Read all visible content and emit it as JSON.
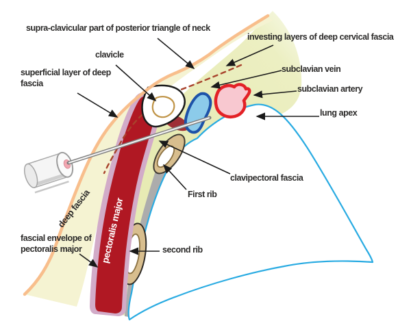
{
  "figure": {
    "title": "anatomical cross-section diagram of the subclavian region with needle insertion"
  },
  "labels": {
    "supra_clavicular": "supra-clavicular part of posterior triangle of neck",
    "clavicle": "clavicle",
    "superficial_fascia_line1": "superficial layer of deep",
    "superficial_fascia_line2": "fascia",
    "investing_fascia": "investing layers of deep cervical fascia",
    "subclavian_vein": "subclavian vein",
    "subclavian_artery": "subclavian artery",
    "lung_apex": "lung apex",
    "clavipectoral_fascia": "clavipectoral fascia",
    "first_rib": "First rib",
    "second_rib": "second rib",
    "fascial_envelope_line1": "fascial envelope of",
    "fascial_envelope_line2": "pectoralis major",
    "deep_fascia": "deep fascia",
    "pectoralis_major": "pectoralis major"
  },
  "colors": {
    "skin_line": "#F8BE8C",
    "cream_band": "#F5F3D2",
    "fascia_yellow": "#E7EBB4",
    "fascia_yellow_fade": "#F8FAEA",
    "mauve_fascia": "#D2ABC8",
    "muscle_red": "#B01823",
    "subclavius_red": "#9E2F36",
    "vein_fill": "#8CCBEA",
    "vein_border": "#1D52A8",
    "artery_fill": "#F8C8D0",
    "artery_border": "#E32126",
    "lung_line": "#29ABE2",
    "rib_fill": "#D8BE8E",
    "rib_border": "#3F3B33",
    "rib_inner_border": "#8A7040",
    "intercostal_gray": "#ACACAC",
    "dashed_fascia_line": "#A8432C",
    "arrow": "#1a1a1a",
    "label_text": "#2b2a29"
  }
}
